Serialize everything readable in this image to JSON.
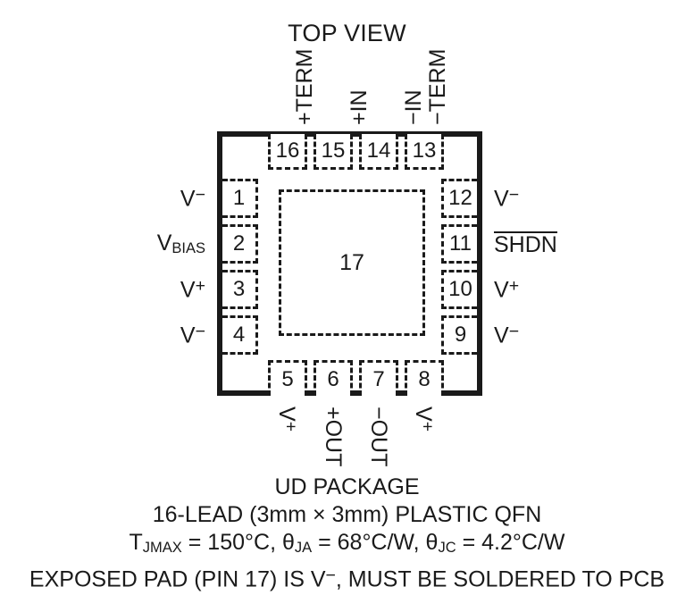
{
  "diagram": {
    "heading": "TOP VIEW",
    "exposed_pad_number": "17",
    "package_outline_color": "#1a1a1a"
  },
  "pins": {
    "top": [
      {
        "number": "16",
        "label": "+TERM"
      },
      {
        "number": "15",
        "label": "+IN"
      },
      {
        "number": "14",
        "label": "−IN"
      },
      {
        "number": "13",
        "label": "−TERM"
      }
    ],
    "left": [
      {
        "number": "1",
        "label": "V−"
      },
      {
        "number": "2",
        "label": "VBIAS"
      },
      {
        "number": "3",
        "label": "V+"
      },
      {
        "number": "4",
        "label": "V−"
      }
    ],
    "right": [
      {
        "number": "12",
        "label": "V−"
      },
      {
        "number": "11",
        "label": "SHDN"
      },
      {
        "number": "10",
        "label": "V+"
      },
      {
        "number": "9",
        "label": "V−"
      }
    ],
    "bottom": [
      {
        "number": "5",
        "label": "V+"
      },
      {
        "number": "6",
        "label": "+OUT"
      },
      {
        "number": "7",
        "label": "−OUT"
      },
      {
        "number": "8",
        "label": "V+"
      }
    ]
  },
  "caption": {
    "line1": "UD PACKAGE",
    "line2": "16-LEAD (3mm × 3mm) PLASTIC QFN",
    "line3_parts": {
      "t_sym": "T",
      "t_sub": "JMAX",
      "t_val": " = 150°C, ",
      "tja_sym": "θ",
      "tja_sub": "JA",
      "tja_val": " = 68°C/W, ",
      "tjc_sym": "θ",
      "tjc_sub": "JC",
      "tjc_val": " = 4.2°C/W"
    },
    "line4_a": "EXPOSED PAD (PIN 17) IS V",
    "line4_sup": "−",
    "line4_b": ", MUST BE SOLDERED TO PCB"
  }
}
